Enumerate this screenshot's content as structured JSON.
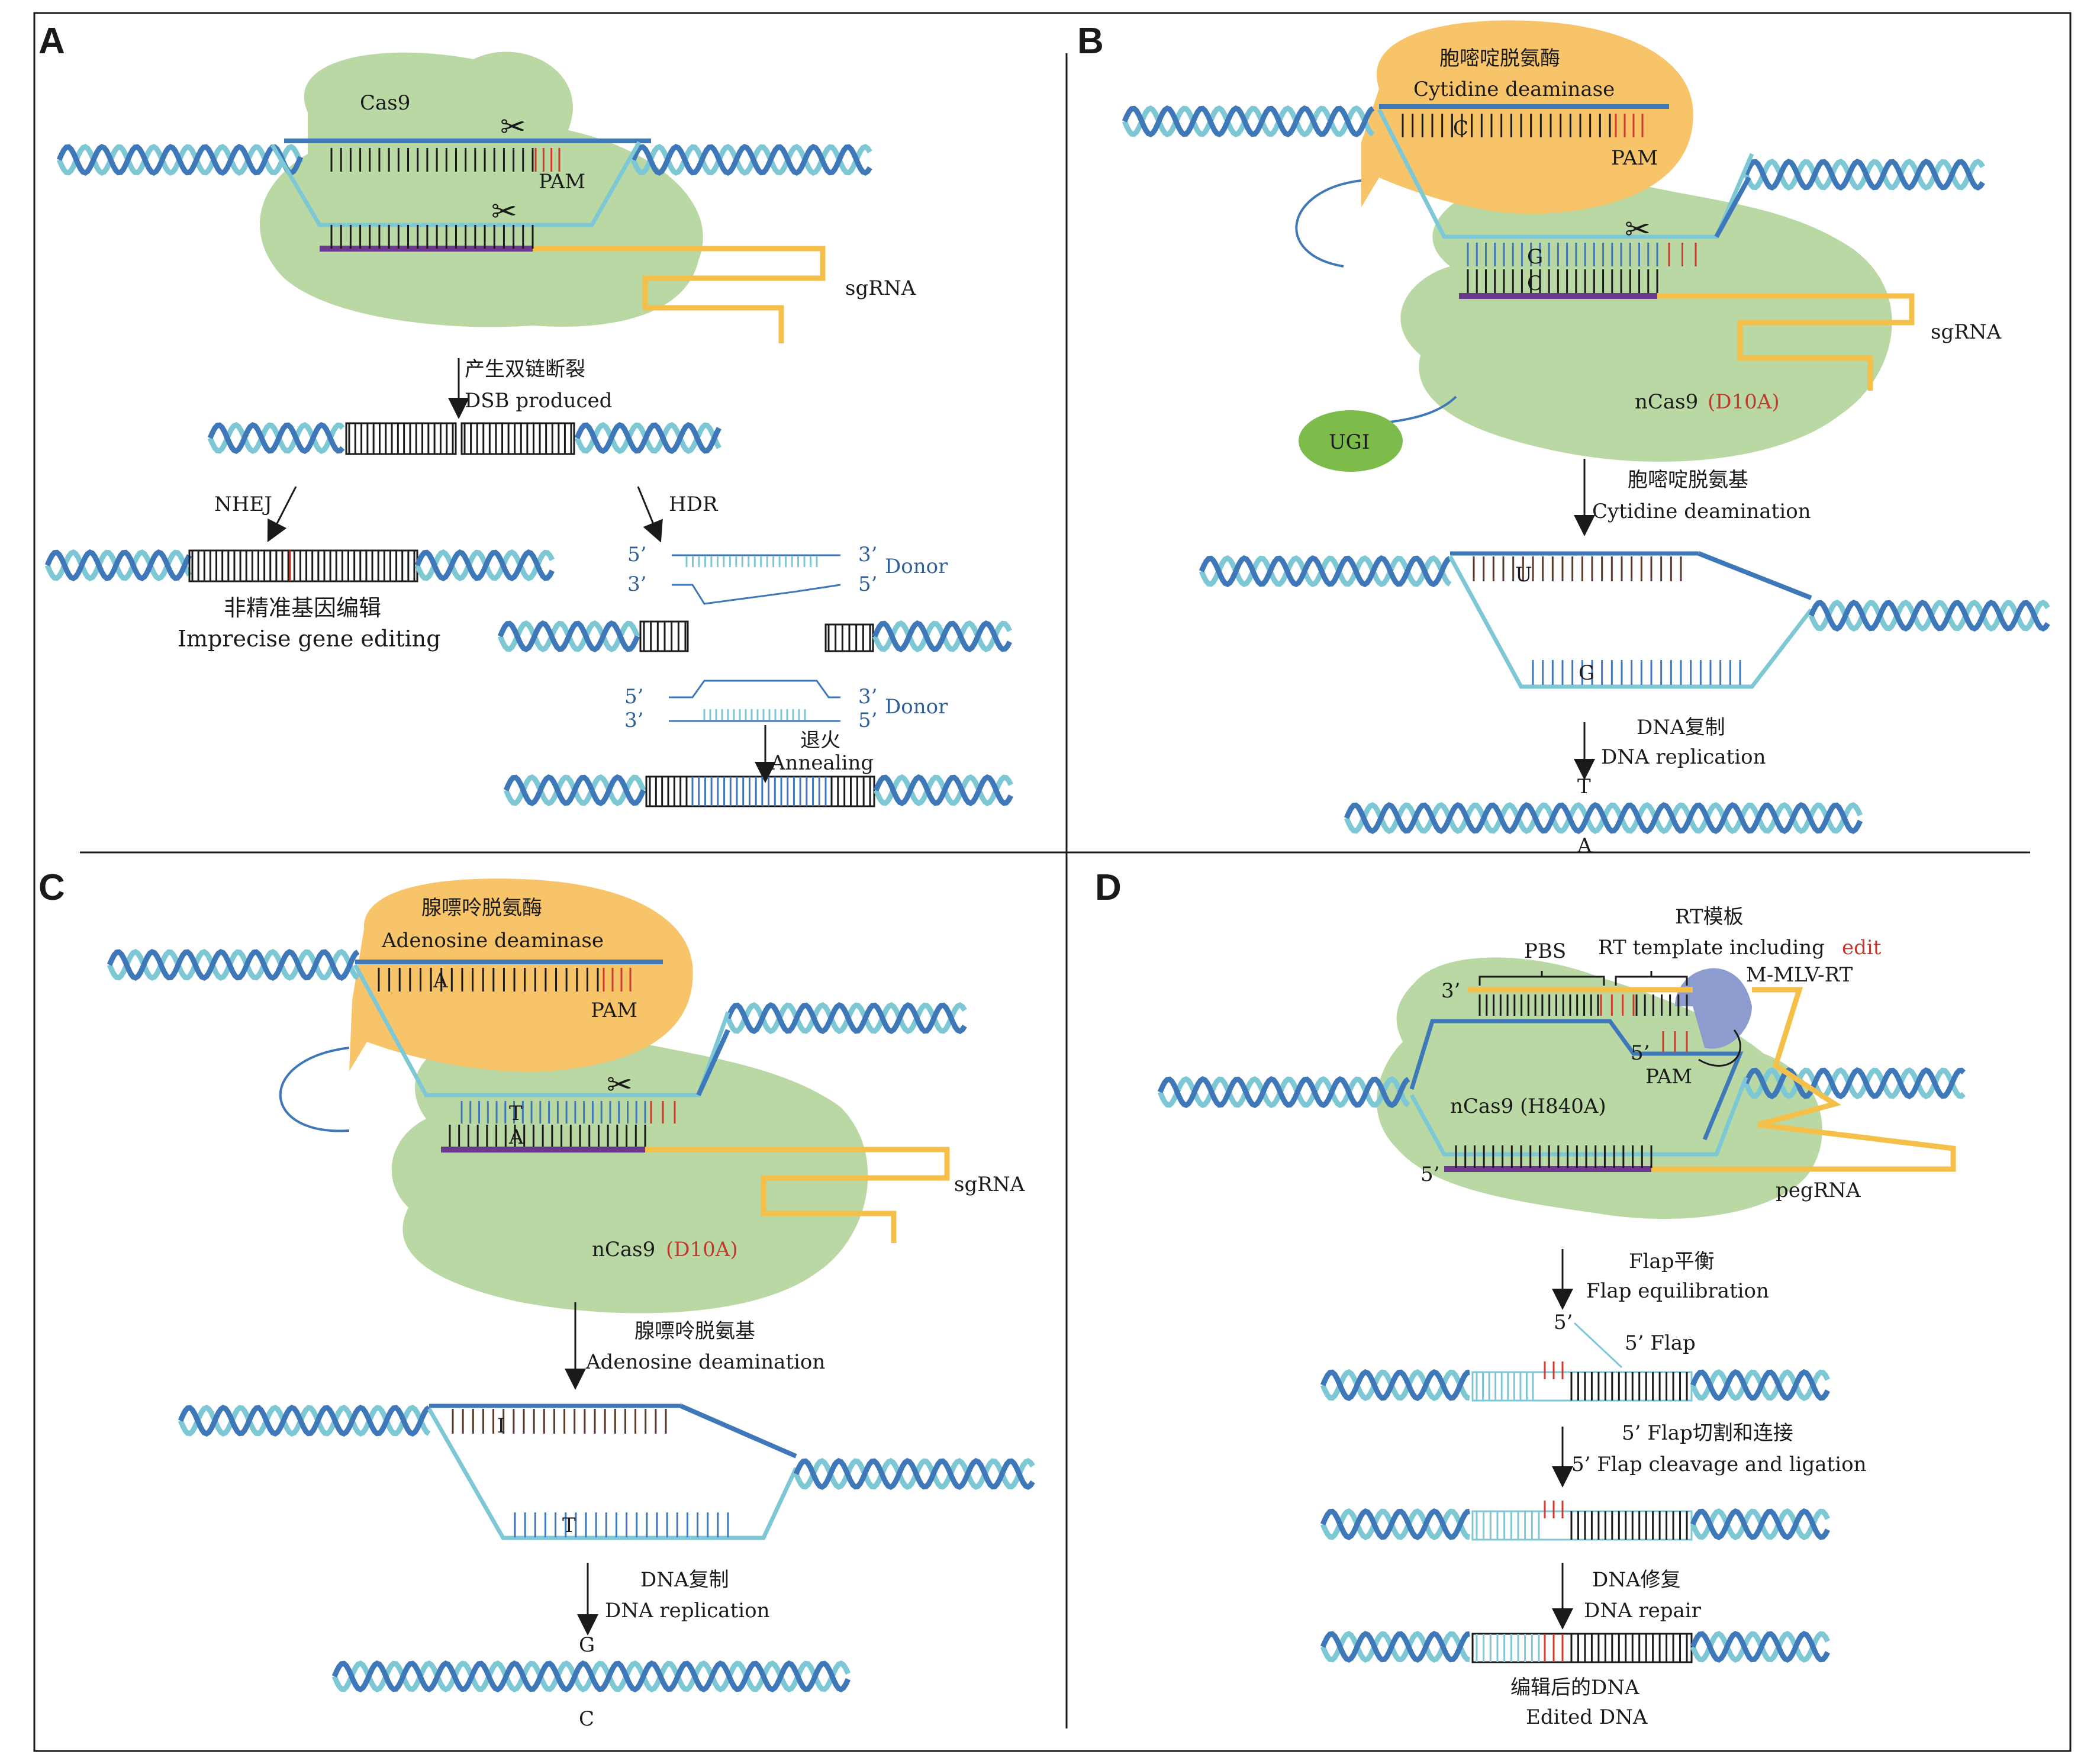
{
  "colors": {
    "helix_dark": "#3f78b8",
    "helix_light": "#7ec8d6",
    "protein_green": "#b9d8a3",
    "deaminase_orange": "#f8c46a",
    "rna_yellow": "#f5c04a",
    "guide_purple": "#6b3a8f",
    "pam_red": "#d0392b",
    "ugi_green": "#7dbb4a",
    "rt_purple": "#8c9ccf",
    "dna_line": "#1a1a1a"
  },
  "panels": {
    "A": {
      "letter": "A",
      "protein_label": "Cas9",
      "pam_label": "PAM",
      "rna_label": "sgRNA",
      "step1_cn": "产生双链断裂",
      "step1_en": "DSB produced",
      "nhej_label": "NHEJ",
      "hdr_label": "HDR",
      "nhej_result_cn": "非精准基因编辑",
      "nhej_result_en": "Imprecise gene editing",
      "donor_label_1": "Donor",
      "donor_label_2": "Donor",
      "end_5": "5’",
      "end_3": "3’",
      "annealing_cn": "退火",
      "annealing_en": "Annealing"
    },
    "B": {
      "letter": "B",
      "enzyme_cn": "胞嘧啶脱氨酶",
      "enzyme_en": "Cytidine deaminase",
      "base_c_top": "C",
      "base_g": "G",
      "base_c_bottom": "C",
      "pam_label": "PAM",
      "rna_label": "sgRNA",
      "protein_name": "nCas9",
      "mutation": "(D10A)",
      "ugi_label": "UGI",
      "step1_cn": "胞嘧啶脱氨基",
      "step1_en": "Cytidine deamination",
      "base_u": "U",
      "base_g_lower": "G",
      "step2_cn": "DNA复制",
      "step2_en": "DNA replication",
      "final_top": "T",
      "final_bottom": "A"
    },
    "C": {
      "letter": "C",
      "enzyme_cn": "腺嘌呤脱氨酶",
      "enzyme_en": "Adenosine deaminase",
      "base_a_top": "A",
      "base_t": "T",
      "base_a_bottom": "A",
      "pam_label": "PAM",
      "rna_label": "sgRNA",
      "protein_name": "nCas9",
      "mutation": "(D10A)",
      "step1_cn": "腺嘌呤脱氨基",
      "step1_en": "Adenosine deamination",
      "base_i": "I",
      "base_t_lower": "T",
      "step2_cn": "DNA复制",
      "step2_en": "DNA replication",
      "final_top": "G",
      "final_bottom": "C"
    },
    "D": {
      "letter": "D",
      "rt_cn": "RT模板",
      "rt_en": "RT template including",
      "rt_edit": "edit",
      "pbs_label": "PBS",
      "rt_enzyme": "M-MLV-RT",
      "end_3": "3’",
      "end_5_pam": "5’",
      "pam_label": "PAM",
      "protein_label": "nCas9 (H840A)",
      "end_5_bottom": "5’",
      "rna_label": "pegRNA",
      "step1_cn": "Flap平衡",
      "step1_en": "Flap equilibration",
      "flap_end": "5’",
      "flap_label": "5’ Flap",
      "step2_cn": "5’ Flap切割和连接",
      "step2_en": "5’ Flap cleavage and ligation",
      "step3_cn": "DNA修复",
      "step3_en": "DNA repair",
      "result_cn": "编辑后的DNA",
      "result_en": "Edited DNA"
    }
  }
}
